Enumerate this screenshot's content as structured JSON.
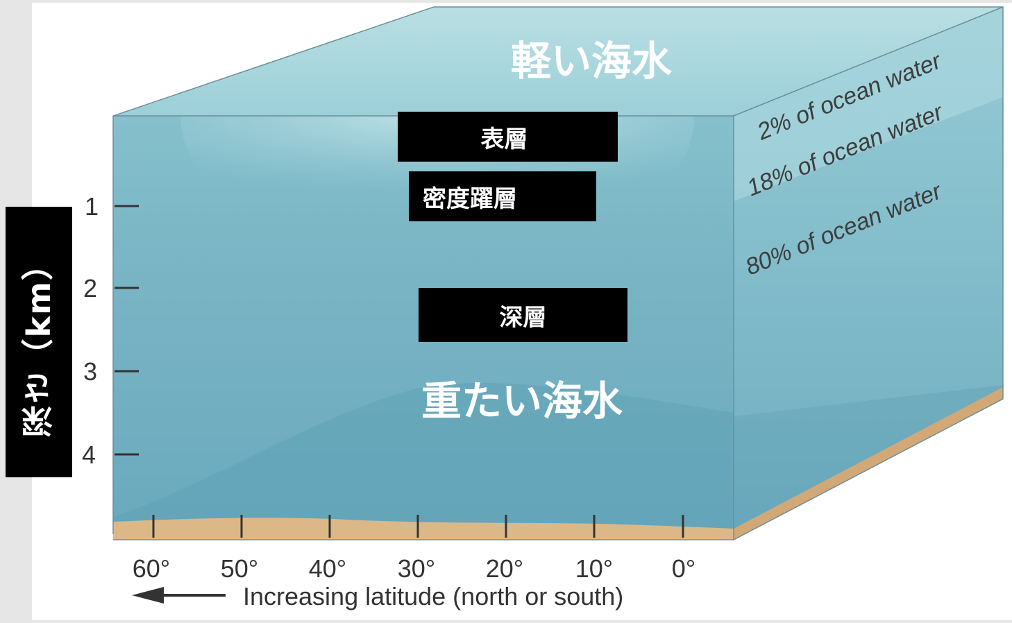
{
  "diagram": {
    "light_water": "軽い海水",
    "heavy_water": "重たい海水",
    "layers": {
      "surface": "表層",
      "pycnocline": "密度躍層",
      "deep": "深層"
    },
    "side_labels": [
      "2% of ocean water",
      "18% of ocean water",
      "80% of ocean water"
    ],
    "depth_axis": {
      "title": "深さ（km）",
      "ticks": [
        "1",
        "2",
        "3",
        "4"
      ]
    },
    "latitude_axis": {
      "ticks": [
        "60°",
        "50°",
        "40°",
        "30°",
        "20°",
        "10°",
        "0°"
      ],
      "caption": "Increasing latitude (north or south)"
    },
    "colors": {
      "background": "#e6e6e6",
      "top_face": "#a9d6dc",
      "front_face": "#77b2c3",
      "seafloor": "#dcb889",
      "label_bg": "#000000"
    }
  }
}
